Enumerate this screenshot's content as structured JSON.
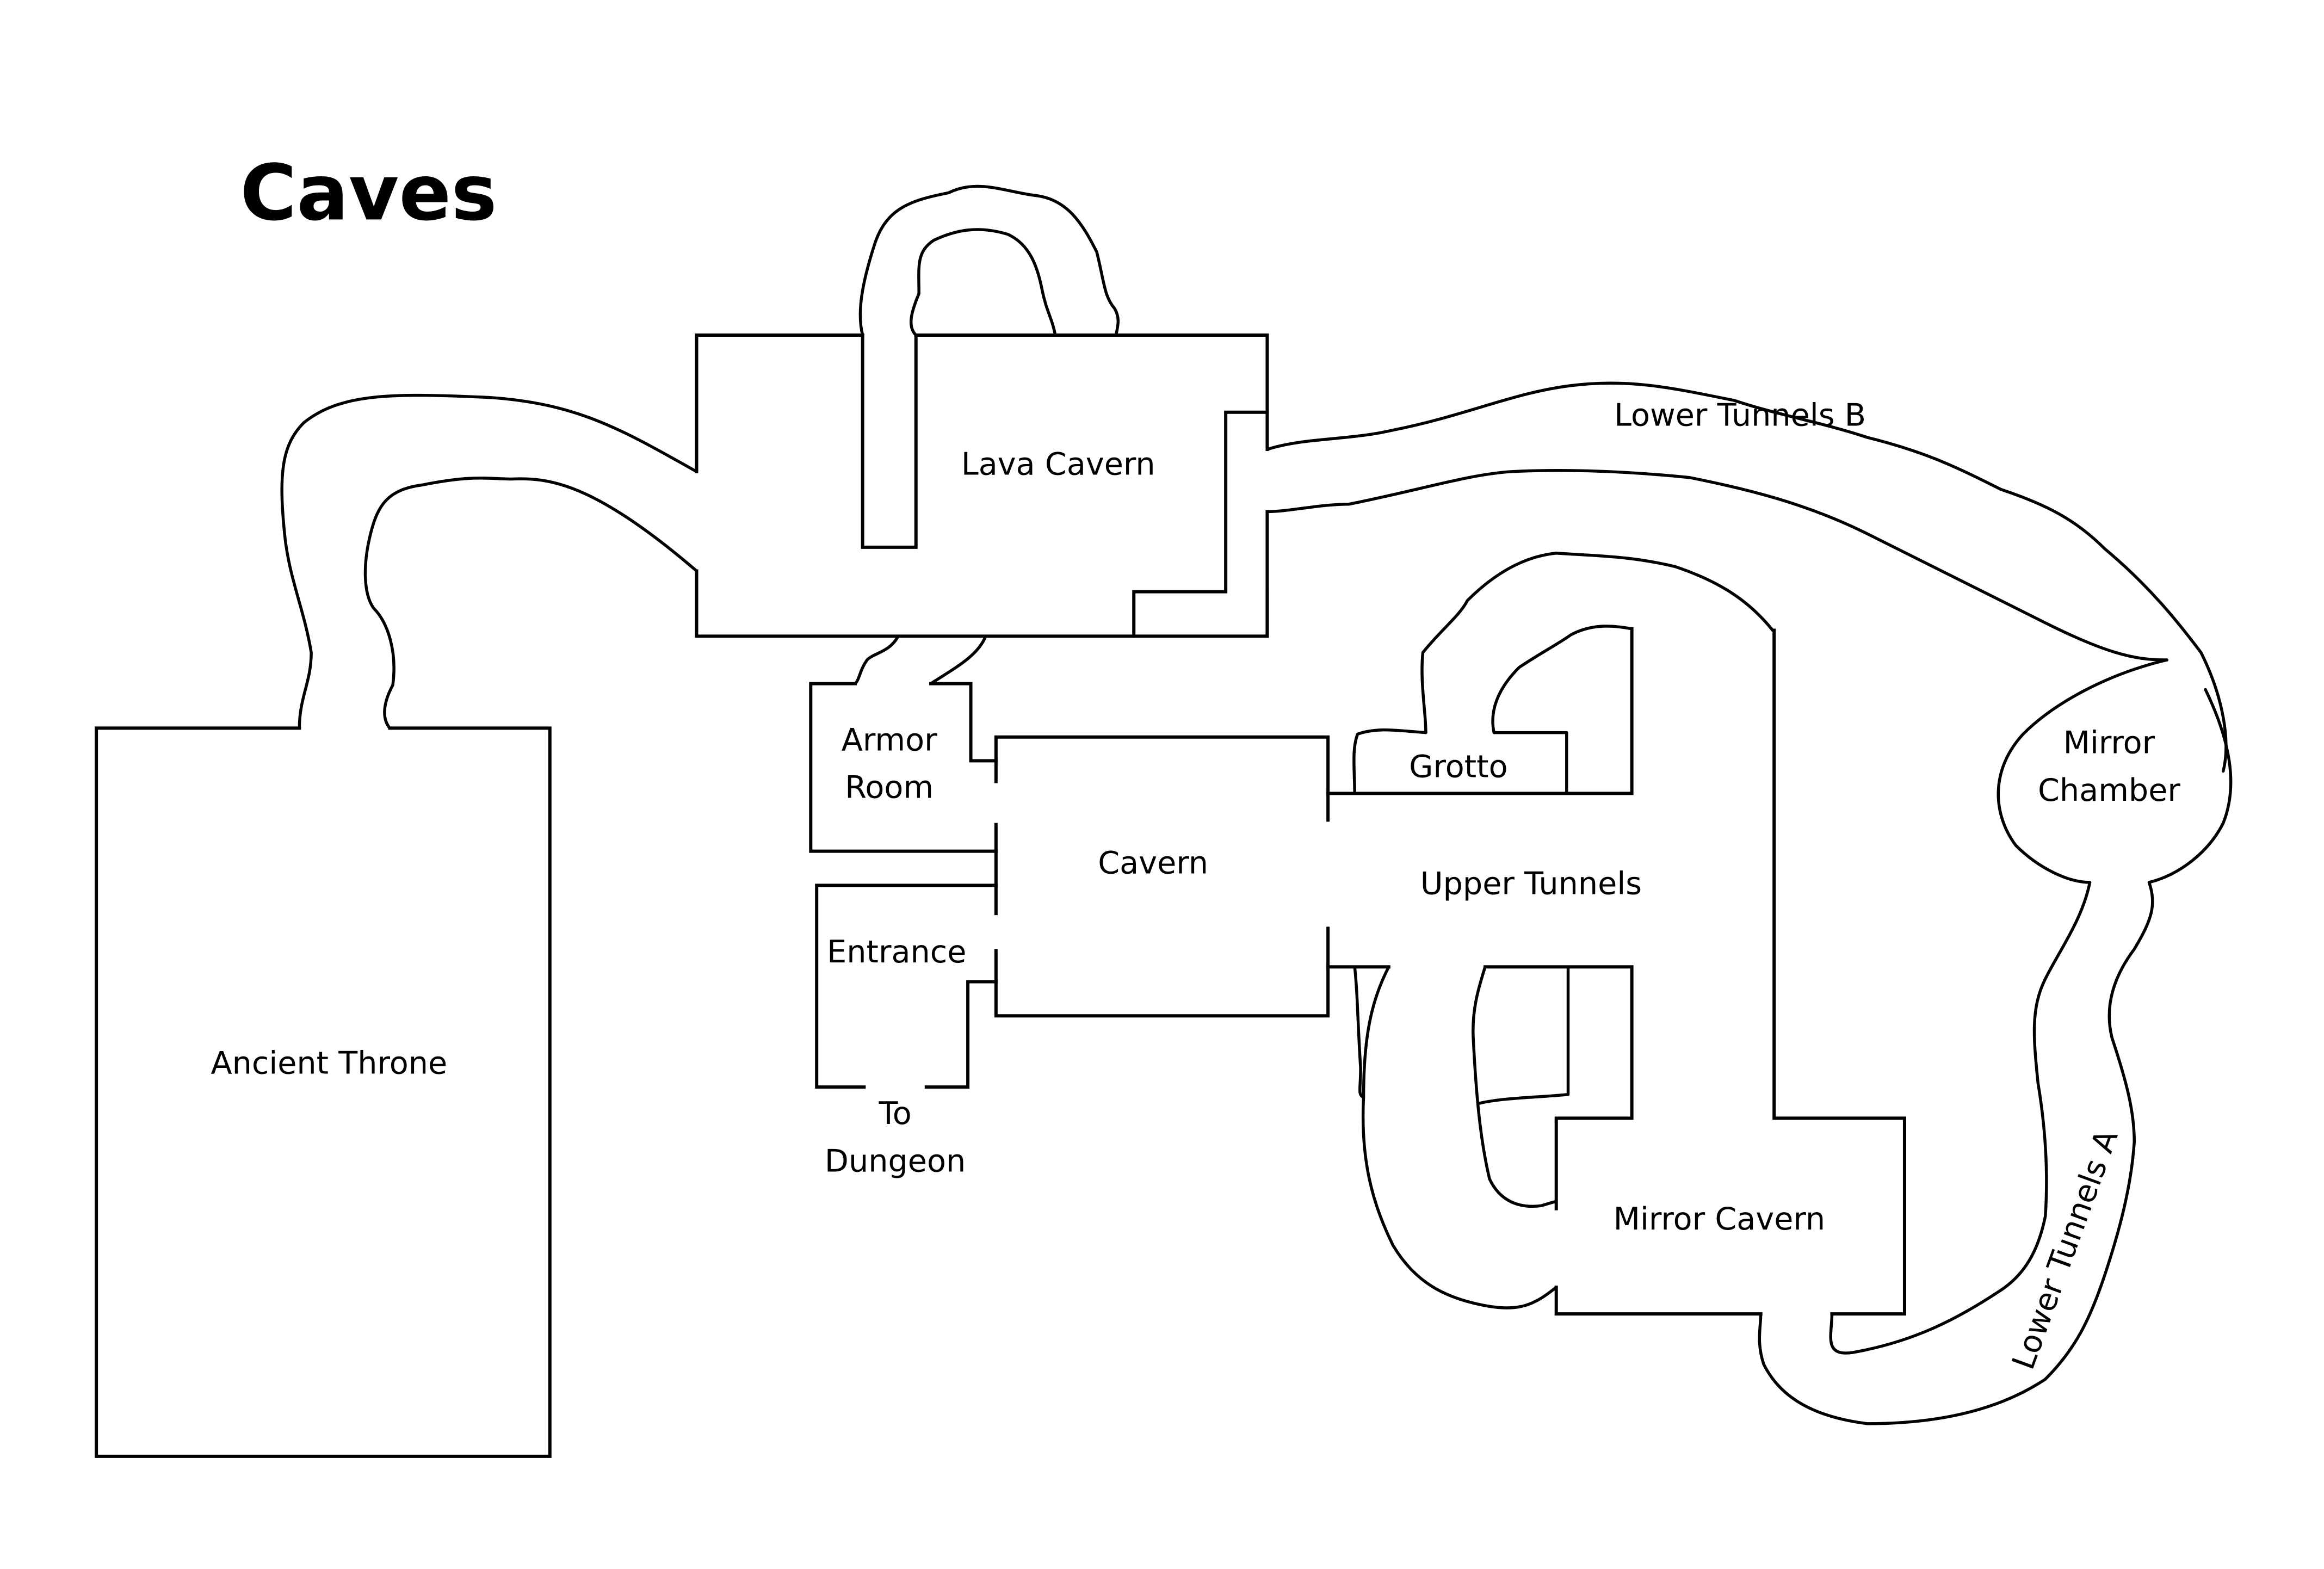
{
  "map": {
    "title": "Caves",
    "colors": {
      "background": "#ffffff",
      "ink": "#000000"
    },
    "rooms": [
      {
        "id": "ancient-throne",
        "label": "Ancient Throne"
      },
      {
        "id": "lava-cavern",
        "label": "Lava Cavern"
      },
      {
        "id": "armor-room",
        "label_lines": [
          "Armor",
          "Room"
        ]
      },
      {
        "id": "entrance",
        "label": "Entrance"
      },
      {
        "id": "to-dungeon",
        "label_lines": [
          "To",
          "Dungeon"
        ]
      },
      {
        "id": "cavern",
        "label": "Cavern"
      },
      {
        "id": "grotto",
        "label": "Grotto"
      },
      {
        "id": "upper-tunnels",
        "label": "Upper Tunnels"
      },
      {
        "id": "mirror-cavern",
        "label": "Mirror Cavern"
      },
      {
        "id": "mirror-chamber",
        "label_lines": [
          "Mirror",
          "Chamber"
        ]
      },
      {
        "id": "lower-tunnels-b",
        "label": "Lower Tunnels B"
      },
      {
        "id": "lower-tunnels-a",
        "label": "Lower Tunnels A"
      }
    ]
  }
}
